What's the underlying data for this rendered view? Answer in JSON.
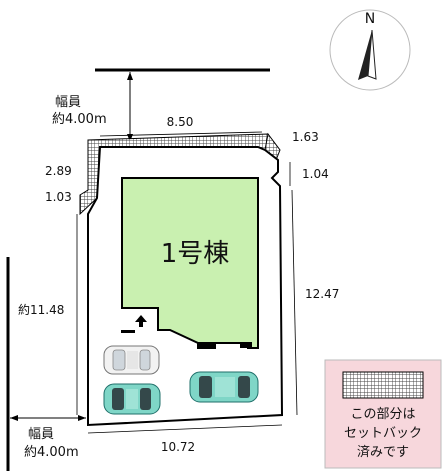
{
  "north_label": "N",
  "roads": {
    "top_label_1": "幅員",
    "top_label_2": "約4.00m",
    "left_label_1": "幅員",
    "left_label_2": "約4.00m"
  },
  "dimensions": {
    "top": "8.50",
    "top_right_corner": "1.63",
    "right_step": "1.04",
    "right": "12.47",
    "bottom": "10.72",
    "left_upper": "2.89",
    "left_corner": "1.03",
    "left": "約11.48"
  },
  "building": {
    "label": "1号棟",
    "fill_color": "#c9f0b0"
  },
  "legend": {
    "line1": "この部分は",
    "line2": "セットバック",
    "line3": "済みです",
    "bg_color": "#f7d7dc"
  }
}
